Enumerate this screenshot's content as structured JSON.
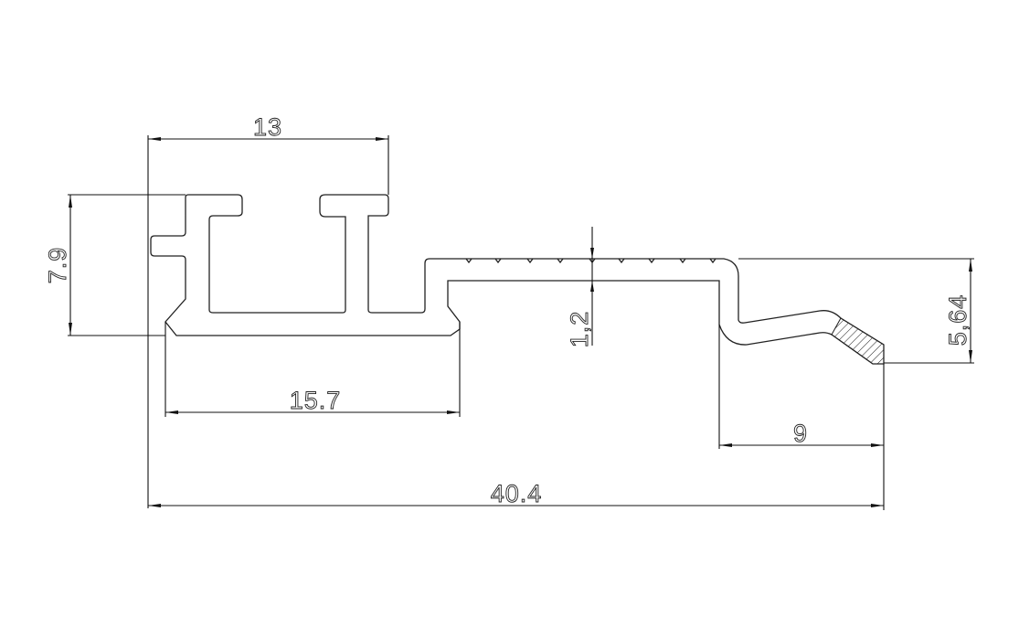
{
  "drawing": {
    "title": "Aluminium profile cross-section",
    "dimensions": {
      "top_width": "13",
      "height": "7.9",
      "base_width": "15.7",
      "thickness": "1,2",
      "right_height": "5,64",
      "lip_width": "9",
      "overall_width": "40.4"
    }
  },
  "colors": {
    "line": "#222222",
    "background": "#ffffff"
  }
}
